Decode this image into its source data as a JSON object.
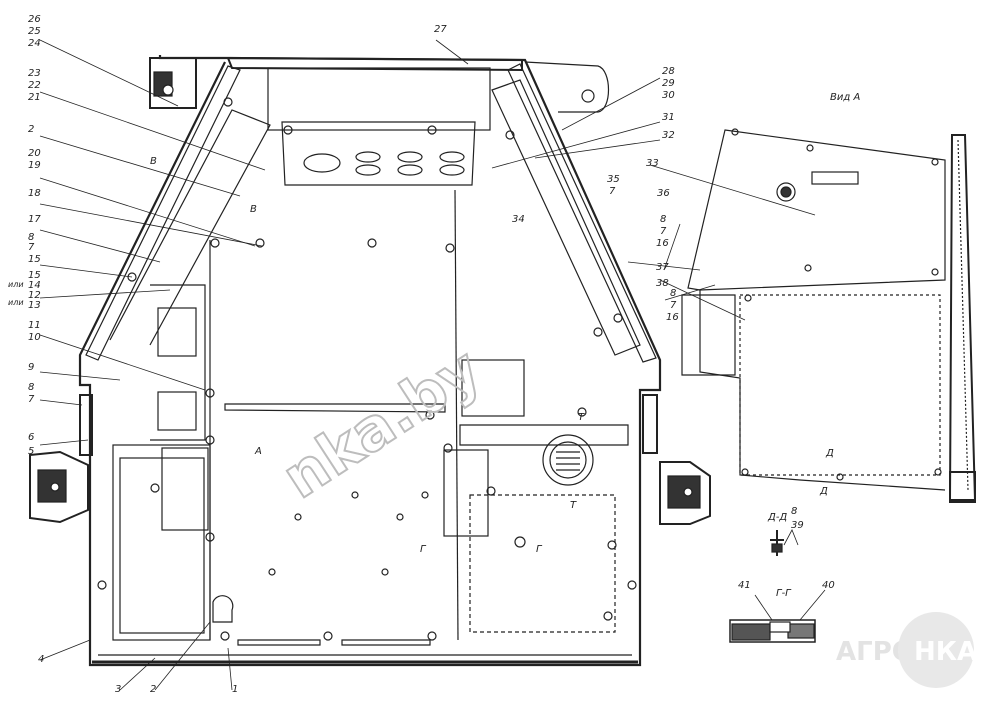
{
  "labels": {
    "l26": "26",
    "l25": "25",
    "l24": "24",
    "l27": "27",
    "l23": "23",
    "l22": "22",
    "l21": "21",
    "l2top": "2",
    "l20": "20",
    "l19": "19",
    "l18": "18",
    "l17": "17",
    "l8a": "8",
    "l7a": "7",
    "l15a": "15",
    "l15b": "15",
    "ilit1": "или",
    "l14": "14",
    "l12": "12",
    "ilit2": "или",
    "l13": "13",
    "l11": "11",
    "l10": "10",
    "l9": "9",
    "l8b": "8",
    "l7b": "7",
    "l6": "6",
    "l5": "5",
    "l4": "4",
    "l3": "3",
    "l2bot": "2",
    "l1": "1",
    "l28": "28",
    "l29": "29",
    "l30": "30",
    "l31": "31",
    "l32": "32",
    "l33": "33",
    "l34": "34",
    "l35": "35",
    "l7c": "7",
    "l36": "36",
    "l8c": "8",
    "l7d": "7",
    "l16a": "16",
    "l37": "37",
    "l38": "38",
    "l8d": "8",
    "l7e": "7",
    "l16b": "16",
    "vidA": "Вид А",
    "secB1": "В",
    "secB2": "В",
    "secT1": "Т",
    "secT2": "Т",
    "secA": "А",
    "secG1": "Г",
    "secG2": "Г",
    "secD1": "Д",
    "secD2": "Д",
    "secDD": "Д-Д",
    "l8e": "8",
    "l39": "39",
    "secGG": "Г-Г",
    "l41": "41",
    "l40": "40"
  },
  "watermark": "nka.by",
  "logo": {
    "left": "АГРО",
    "right": "НКА"
  },
  "colors": {
    "ink": "#222222",
    "watermark": "#bdbdbd",
    "logo": "#e3e3e3"
  }
}
